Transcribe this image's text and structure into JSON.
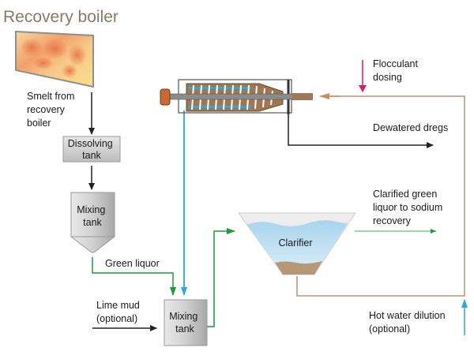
{
  "title": "Recovery boiler",
  "labels": {
    "smelt": [
      "Smelt from",
      "recovery",
      "boiler"
    ],
    "dissolving_tank": [
      "Dissolving",
      "tank"
    ],
    "mixing_tank_1": [
      "Mixing",
      "tank"
    ],
    "green_liquor": "Green liquor",
    "lime_mud": [
      "Lime mud",
      "(optional)"
    ],
    "mixing_tank_2": [
      "Mixing",
      "tank"
    ],
    "clarifier": "Clarifier",
    "clarified": [
      "Clarified green",
      "liquor to sodium",
      "recovery"
    ],
    "flocculant": [
      "Flocculant",
      "dosing"
    ],
    "dewatered": "Dewatered dregs",
    "hot_water": [
      "Hot water dilution",
      "(optional)"
    ]
  },
  "colors": {
    "title": "#8a7868",
    "black_flow": "#222222",
    "green_flow": "#1e9a3c",
    "light_green_flow": "#5cc07a",
    "blue_flow": "#29a9e0",
    "tan_flow": "#b89472",
    "flocculant_flow": "#e0196a"
  }
}
